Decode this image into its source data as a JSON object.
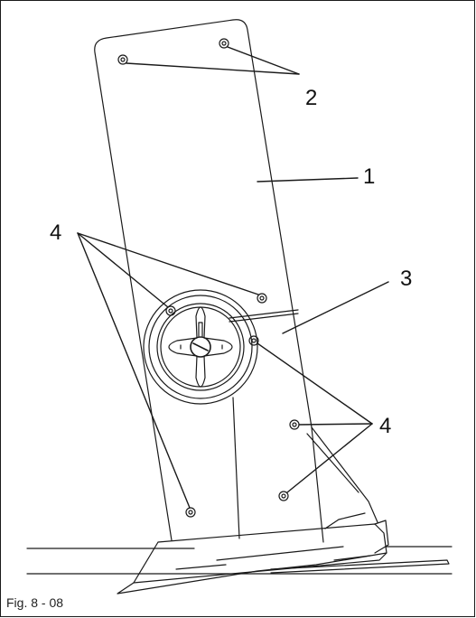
{
  "figure": {
    "caption": "Fig. 8 - 08",
    "labels": {
      "plate": "1",
      "top_screws": "2",
      "cover": "3",
      "fixing_screws_left": "4",
      "fixing_screws_right": "4"
    }
  }
}
